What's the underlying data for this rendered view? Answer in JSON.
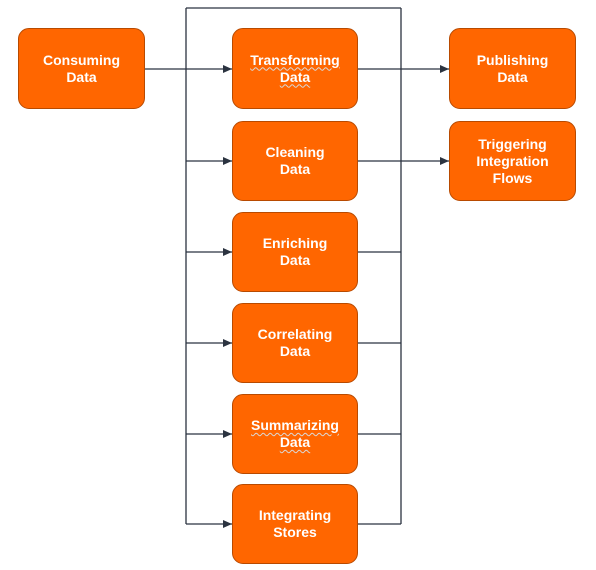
{
  "colors": {
    "node_fill": "#FF6600",
    "node_stroke": "#B84A00",
    "node_text": "#FFFFFF",
    "connector": "#2B3340"
  },
  "nodes": {
    "consuming": "Consuming\nData",
    "transforming": "Transforming\nData",
    "cleaning": "Cleaning\nData",
    "enriching": "Enriching\nData",
    "correlating": "Correlating\nData",
    "summarizing": "Summarizing\nData",
    "integrating": "Integrating\nStores",
    "publishing": "Publishing\nData",
    "triggering": "Triggering\nIntegration\nFlows"
  }
}
